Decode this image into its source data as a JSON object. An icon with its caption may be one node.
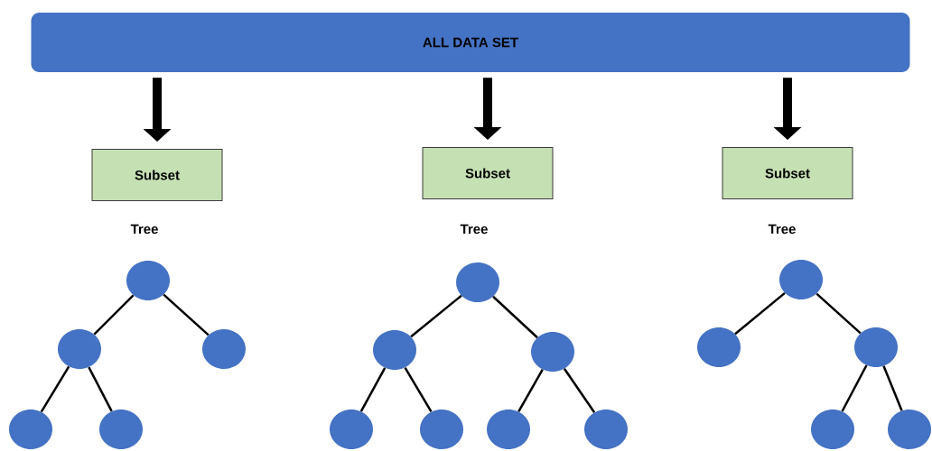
{
  "diagram": {
    "nodes": [
      {
        "text": [
          "ALL DATA SET"
        ]
      },
      {
        "text": [
          "Subset"
        ]
      },
      {
        "text": [
          "Subset"
        ]
      },
      {
        "text": [
          "Subset"
        ]
      },
      {
        "text": [],
        "shape": "circle"
      },
      {
        "text": [],
        "shape": "circle"
      },
      {
        "text": [],
        "shape": "circle"
      },
      {
        "text": [],
        "shape": "circle"
      },
      {
        "text": [],
        "shape": "circle"
      },
      {
        "text": [],
        "shape": "circle"
      },
      {
        "text": [],
        "shape": "circle"
      },
      {
        "text": [],
        "shape": "circle"
      },
      {
        "text": [],
        "shape": "circle"
      },
      {
        "text": [],
        "shape": "circle"
      },
      {
        "text": [],
        "shape": "circle"
      },
      {
        "text": [],
        "shape": "circle"
      },
      {
        "text": [],
        "shape": "circle"
      },
      {
        "text": [],
        "shape": "circle"
      },
      {
        "text": [],
        "shape": "circle"
      },
      {
        "text": [],
        "shape": "circle"
      },
      {
        "text": [],
        "shape": "circle"
      }
    ],
    "edges": [
      {
        "from": 0,
        "to": 1,
        "arrow": "to",
        "style": "thick"
      },
      {
        "from": 0,
        "to": 2,
        "arrow": "to",
        "style": "thick"
      },
      {
        "from": 0,
        "to": 3,
        "arrow": "to",
        "style": "thick"
      },
      {
        "from": 4,
        "to": 5,
        "arrow": "none"
      },
      {
        "from": 4,
        "to": 6,
        "arrow": "none"
      },
      {
        "from": 5,
        "to": 7,
        "arrow": "none"
      },
      {
        "from": 5,
        "to": 8,
        "arrow": "none"
      },
      {
        "from": 9,
        "to": 10,
        "arrow": "none"
      },
      {
        "from": 9,
        "to": 11,
        "arrow": "none"
      },
      {
        "from": 10,
        "to": 12,
        "arrow": "none"
      },
      {
        "from": 10,
        "to": 13,
        "arrow": "none"
      },
      {
        "from": 11,
        "to": 14,
        "arrow": "none"
      },
      {
        "from": 11,
        "to": 15,
        "arrow": "none"
      },
      {
        "from": 16,
        "to": 17,
        "arrow": "none"
      },
      {
        "from": 16,
        "to": 18,
        "arrow": "none"
      },
      {
        "from": 18,
        "to": 19,
        "arrow": "none"
      },
      {
        "from": 18,
        "to": 20,
        "arrow": "none"
      }
    ],
    "labels": [
      "Tree",
      "Tree",
      "Tree"
    ]
  }
}
